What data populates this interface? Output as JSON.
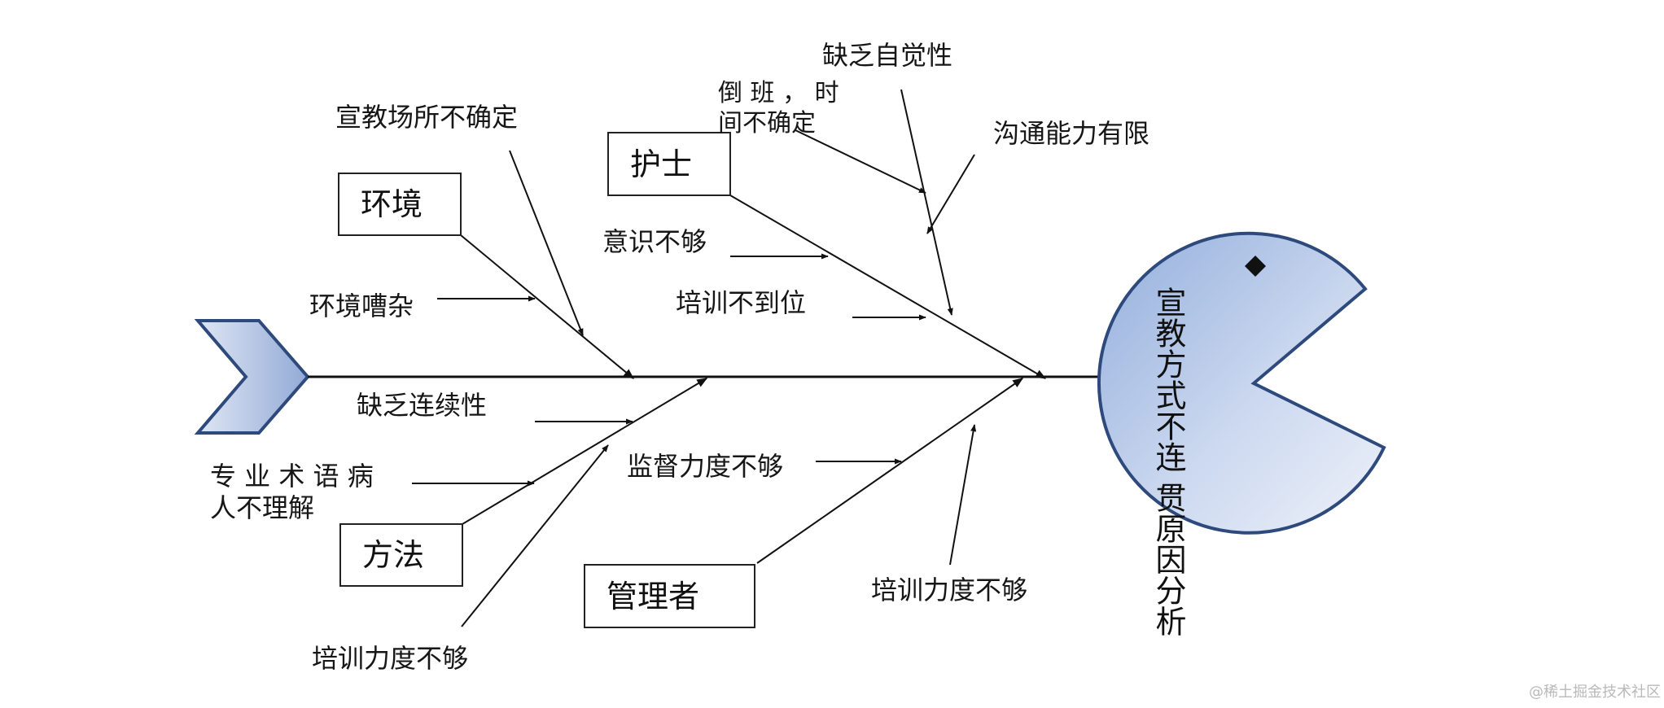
{
  "diagram": {
    "head": {
      "line1": "宣教方式不连",
      "line2": "贯原因分析"
    },
    "categories": {
      "environment": "环境",
      "nurse": "护士",
      "method": "方法",
      "manager": "管理者"
    },
    "causes": {
      "venue_uncertain": "宣教场所不确定",
      "noisy_environment": "环境嘈杂",
      "shift_line1": "倒 班 ， 时",
      "shift_line2": "间不确定",
      "lack_self_awareness": "缺乏自觉性",
      "limited_communication": "沟通能力有限",
      "insufficient_awareness": "意识不够",
      "training_not_in_place": "培训不到位",
      "lack_continuity": "缺乏连续性",
      "jargon_line1": "专 业 术 语 病",
      "jargon_line2": "人不理解",
      "method_training_insufficient": "培训力度不够",
      "supervision_insufficient": "监督力度不够",
      "manager_training_insufficient": "培训力度不够"
    }
  },
  "watermark": "@稀土掘金技术社区"
}
